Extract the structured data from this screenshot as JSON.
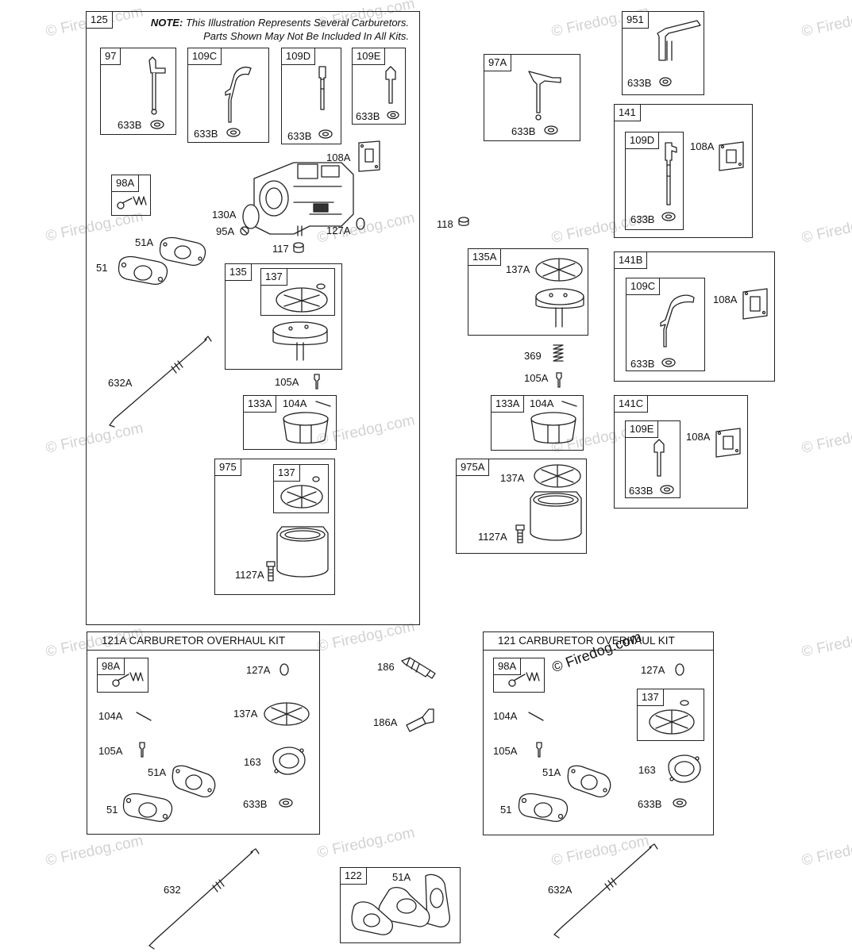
{
  "note": {
    "prefix": "NOTE:",
    "line1": "This Illustration Represents Several Carburetors.",
    "line2": "Parts Shown May Not Be Included In All Kits."
  },
  "watermark": "© Firedog.com",
  "boxes": {
    "b125": "125",
    "b97": "97",
    "b109C": "109C",
    "b109D": "109D",
    "b109E": "109E",
    "b98A": "98A",
    "b135": "135",
    "b137": "137",
    "b133A": "133A",
    "b975": "975",
    "b975_137": "137",
    "b97A": "97A",
    "b951": "951",
    "b141": "141",
    "b141_109D": "109D",
    "b135A": "135A",
    "b141B": "141B",
    "b141B_109C": "109C",
    "b133A_r": "133A",
    "b975A": "975A",
    "b141C": "141C",
    "b141C_109E": "109E",
    "kit121A_98A": "98A",
    "kit121_98A": "98A",
    "kit121_137": "137",
    "b122": "122"
  },
  "kits": {
    "k121A": "121A CARBURETOR OVERHAUL KIT",
    "k121": "121 CARBURETOR OVERHAUL KIT"
  },
  "labels": {
    "l633B_97": "633B",
    "l633B_109C": "633B",
    "l633B_109D": "633B",
    "l633B_109E": "633B",
    "l108A": "108A",
    "l130A": "130A",
    "l95A": "95A",
    "l117": "117",
    "l127A": "127A",
    "l51A": "51A",
    "l51": "51",
    "l632A": "632A",
    "l105A": "105A",
    "l104A": "104A",
    "l1127A": "1127A",
    "l633B_97A": "633B",
    "l633B_951": "633B",
    "l118": "118",
    "l108A_141": "108A",
    "l633B_141": "633B",
    "l137A_135A": "137A",
    "l369": "369",
    "l105A_r": "105A",
    "l104A_r": "104A",
    "l137A_975A": "137A",
    "l1127A_r": "1127A",
    "l108A_141B": "108A",
    "l633B_141B": "633B",
    "l108A_141C": "108A",
    "l633B_141C": "633B",
    "k1_127A": "127A",
    "k1_104A": "104A",
    "k1_137A": "137A",
    "k1_105A": "105A",
    "k1_51A": "51A",
    "k1_163": "163",
    "k1_51": "51",
    "k1_633B": "633B",
    "l186": "186",
    "l186A": "186A",
    "k2_127A": "127A",
    "k2_104A": "104A",
    "k2_105A": "105A",
    "k2_51A": "51A",
    "k2_163": "163",
    "k2_51": "51",
    "k2_633B": "633B",
    "l632": "632",
    "l51A_122": "51A",
    "l632A_b": "632A"
  }
}
